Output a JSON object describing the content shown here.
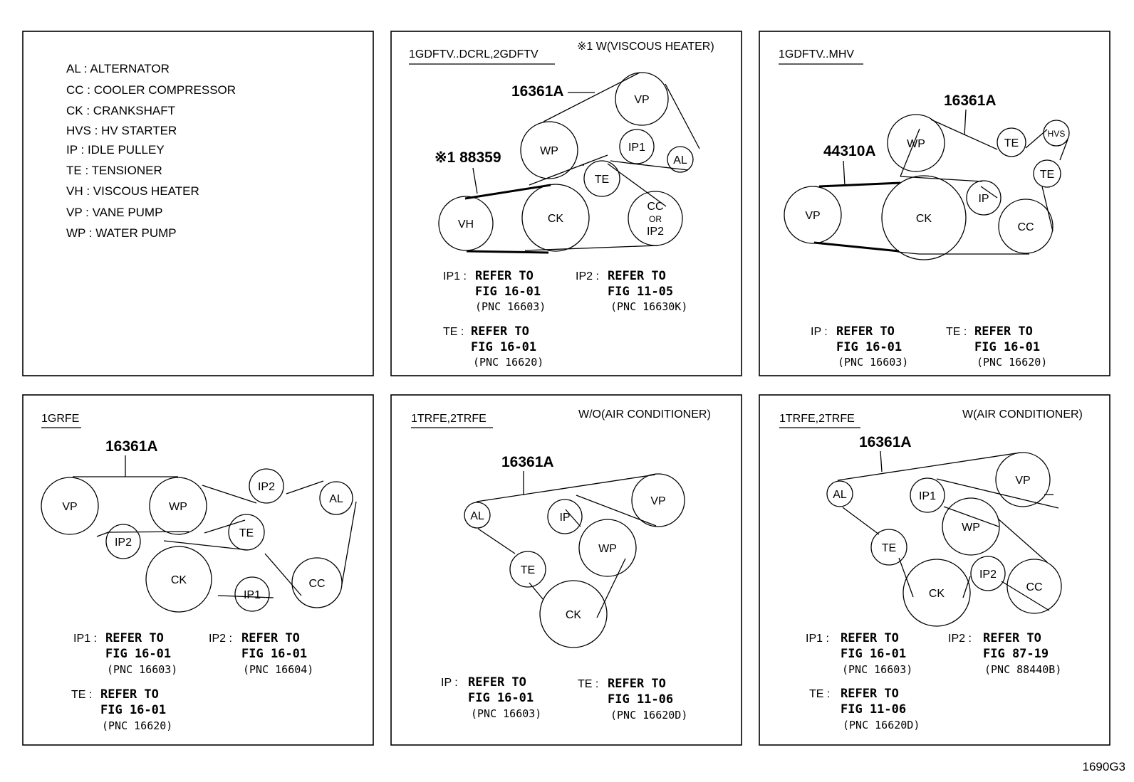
{
  "legend": [
    {
      "code": "AL :",
      "name": "ALTERNATOR"
    },
    {
      "code": "CC :",
      "name": "COOLER COMPRESSOR"
    },
    {
      "code": "CK :",
      "name": "CRANKSHAFT"
    },
    {
      "code": "HVS :",
      "name": "HV STARTER"
    },
    {
      "code": "IP :",
      "name": "IDLE PULLEY"
    },
    {
      "code": "TE :",
      "name": "TENSIONER"
    },
    {
      "code": "VH :",
      "name": "VISCOUS HEATER"
    },
    {
      "code": "VP :",
      "name": "VANE PUMP"
    },
    {
      "code": "WP :",
      "name": "WATER PUMP"
    }
  ],
  "panels": {
    "p1": {
      "header": "1GDFTV..DCRL,2GDFTV",
      "note": "※1 W(VISCOUS HEATER)",
      "parts": [
        "16361A",
        "※1 88359"
      ],
      "pulleys": {
        "vp": "VP",
        "wp": "WP",
        "ip1": "IP1",
        "al": "AL",
        "te": "TE",
        "vh": "VH",
        "ck": "CK",
        "cc1": "CC",
        "cc2": "OR",
        "cc3": "IP2"
      },
      "refs": [
        {
          "key": "IP1 :",
          "l1": "REFER TO",
          "l2": "FIG 16-01",
          "l3": "(PNC 16603)"
        },
        {
          "key": "IP2 :",
          "l1": "REFER TO",
          "l2": "FIG 11-05",
          "l3": "(PNC 16630K)"
        },
        {
          "key": "TE :",
          "l1": "REFER TO",
          "l2": "FIG 16-01",
          "l3": "(PNC 16620)"
        }
      ]
    },
    "p2": {
      "header": "1GDFTV..MHV",
      "parts": [
        "16361A",
        "44310A"
      ],
      "pulleys": {
        "wp": "WP",
        "te1": "TE",
        "hvs": "HVS",
        "te2": "TE",
        "vp": "VP",
        "ck": "CK",
        "ip": "IP",
        "cc": "CC"
      },
      "refs": [
        {
          "key": "IP :",
          "l1": "REFER TO",
          "l2": "FIG 16-01",
          "l3": "(PNC 16603)"
        },
        {
          "key": "TE :",
          "l1": "REFER TO",
          "l2": "FIG 16-01",
          "l3": "(PNC 16620)"
        }
      ]
    },
    "p3": {
      "header": "1GRFE",
      "parts": [
        "16361A"
      ],
      "pulleys": {
        "vp": "VP",
        "wp": "WP",
        "ip2a": "IP2",
        "al": "AL",
        "ip2b": "IP2",
        "te": "TE",
        "ck": "CK",
        "ip1": "IP1",
        "cc": "CC"
      },
      "refs": [
        {
          "key": "IP1 :",
          "l1": "REFER TO",
          "l2": "FIG 16-01",
          "l3": "(PNC 16603)"
        },
        {
          "key": "IP2 :",
          "l1": "REFER TO",
          "l2": "FIG 16-01",
          "l3": "(PNC 16604)"
        },
        {
          "key": "TE :",
          "l1": "REFER TO",
          "l2": "FIG 16-01",
          "l3": "(PNC 16620)"
        }
      ]
    },
    "p4": {
      "header": "1TRFE,2TRFE",
      "note": "W/O(AIR CONDITIONER)",
      "parts": [
        "16361A"
      ],
      "pulleys": {
        "al": "AL",
        "ip": "IP",
        "vp": "VP",
        "wp": "WP",
        "te": "TE",
        "ck": "CK"
      },
      "refs": [
        {
          "key": "IP :",
          "l1": "REFER TO",
          "l2": "FIG 16-01",
          "l3": "(PNC 16603)"
        },
        {
          "key": "TE :",
          "l1": "REFER TO",
          "l2": "FIG 11-06",
          "l3": "(PNC 16620D)"
        }
      ]
    },
    "p5": {
      "header": "1TRFE,2TRFE",
      "note": "W(AIR CONDITIONER)",
      "parts": [
        "16361A"
      ],
      "pulleys": {
        "al": "AL",
        "ip1": "IP1",
        "vp": "VP",
        "wp": "WP",
        "te": "TE",
        "ck": "CK",
        "ip2": "IP2",
        "cc": "CC"
      },
      "refs": [
        {
          "key": "IP1 :",
          "l1": "REFER TO",
          "l2": "FIG 16-01",
          "l3": "(PNC 16603)"
        },
        {
          "key": "IP2 :",
          "l1": "REFER TO",
          "l2": "FIG 87-19",
          "l3": "(PNC 88440B)"
        },
        {
          "key": "TE :",
          "l1": "REFER TO",
          "l2": "FIG 11-06",
          "l3": "(PNC 16620D)"
        }
      ]
    }
  },
  "figure_id": "1690G3"
}
